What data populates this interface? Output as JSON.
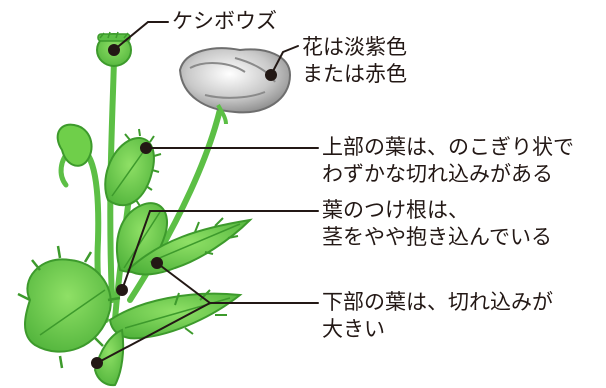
{
  "labels": {
    "capsule": [
      "ケシボウズ"
    ],
    "flower": [
      "花は淡紫色",
      "または赤色"
    ],
    "upper_leaf": [
      "上部の葉は、のこぎり状で",
      "わずかな切れ込みがある"
    ],
    "leaf_base": [
      "葉のつけ根は、",
      "茎をやや抱き込んでいる"
    ],
    "lower_leaf": [
      "下部の葉は、切れ込みが",
      "大きい"
    ]
  },
  "colors": {
    "leaf_fill": "#6fcf4a",
    "leaf_edge": "#3d9a2c",
    "petal": "#c9c9c9",
    "petal_dark": "#7d7d7d",
    "leader_line": "#231815",
    "text": "#231815"
  }
}
